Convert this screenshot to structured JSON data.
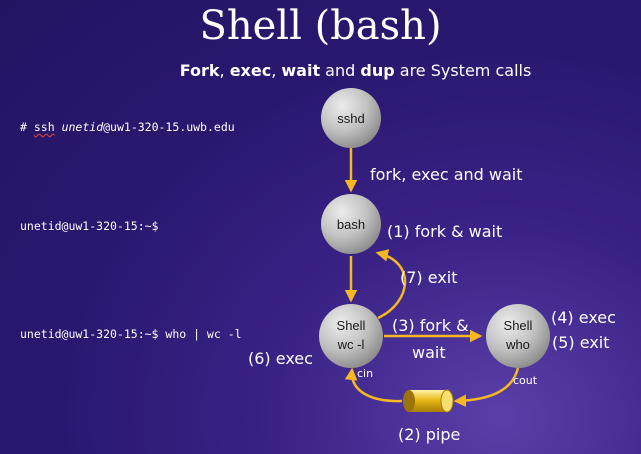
{
  "title": "Shell (bash)",
  "subtitle": {
    "b1": "Fork",
    "t1": ", ",
    "b2": "exec",
    "t2": ", ",
    "b3": "wait",
    "t3": " and ",
    "b4": "dup",
    "t4": " are System calls"
  },
  "terminal": {
    "line1_prompt": "# ",
    "line1_cmd": "ssh",
    "line1_user": "unetid",
    "line1_host": "@uw1-320-15.uwb.edu",
    "line2": "unetid@uw1-320-15:~$",
    "line3": "unetid@uw1-320-15:~$ who | wc -l"
  },
  "nodes": {
    "sshd": "sshd",
    "bash": "bash",
    "shell_wc_1": "Shell",
    "shell_wc_2": "wc -l",
    "shell_who_1": "Shell",
    "shell_who_2": "who"
  },
  "labels": {
    "fork_exec_wait": "fork, exec and wait",
    "fork_wait": "(1) fork & wait",
    "exit7": "(7) exit",
    "fork_wait3_a": "(3) fork &",
    "fork_wait3_b": "wait",
    "exec4": "(4) exec",
    "exit5": "(5) exit",
    "exec6": "(6) exec",
    "cin": "cin",
    "cout": "cout",
    "pipe": "(2) pipe"
  },
  "colors": {
    "arrow": "#f5b820",
    "pipe": "#e8b818",
    "node_fill": "#c0c0c0"
  }
}
